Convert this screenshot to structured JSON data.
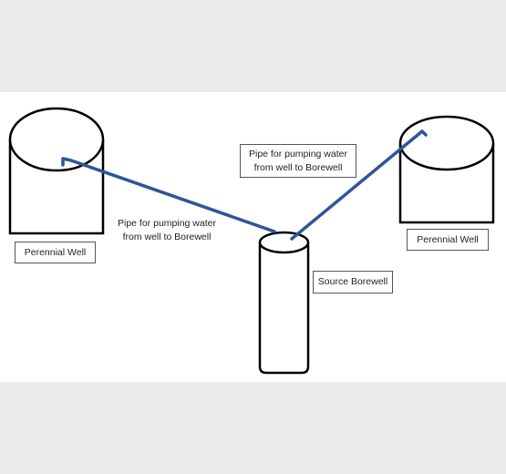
{
  "labels": {
    "left_well": "Perennial Well",
    "right_well": "Perennial Well",
    "borewell": "Source Borewell",
    "pipe_left_line1": "Pipe for pumping water",
    "pipe_left_line2": "from well to Borewell",
    "pipe_right_line1": "Pipe for pumping water",
    "pipe_right_line2": "from well to Borewell"
  },
  "colors": {
    "pipe": "#2f5597",
    "outline": "#000000",
    "background_band": "#ebebeb",
    "canvas": "#ffffff"
  }
}
